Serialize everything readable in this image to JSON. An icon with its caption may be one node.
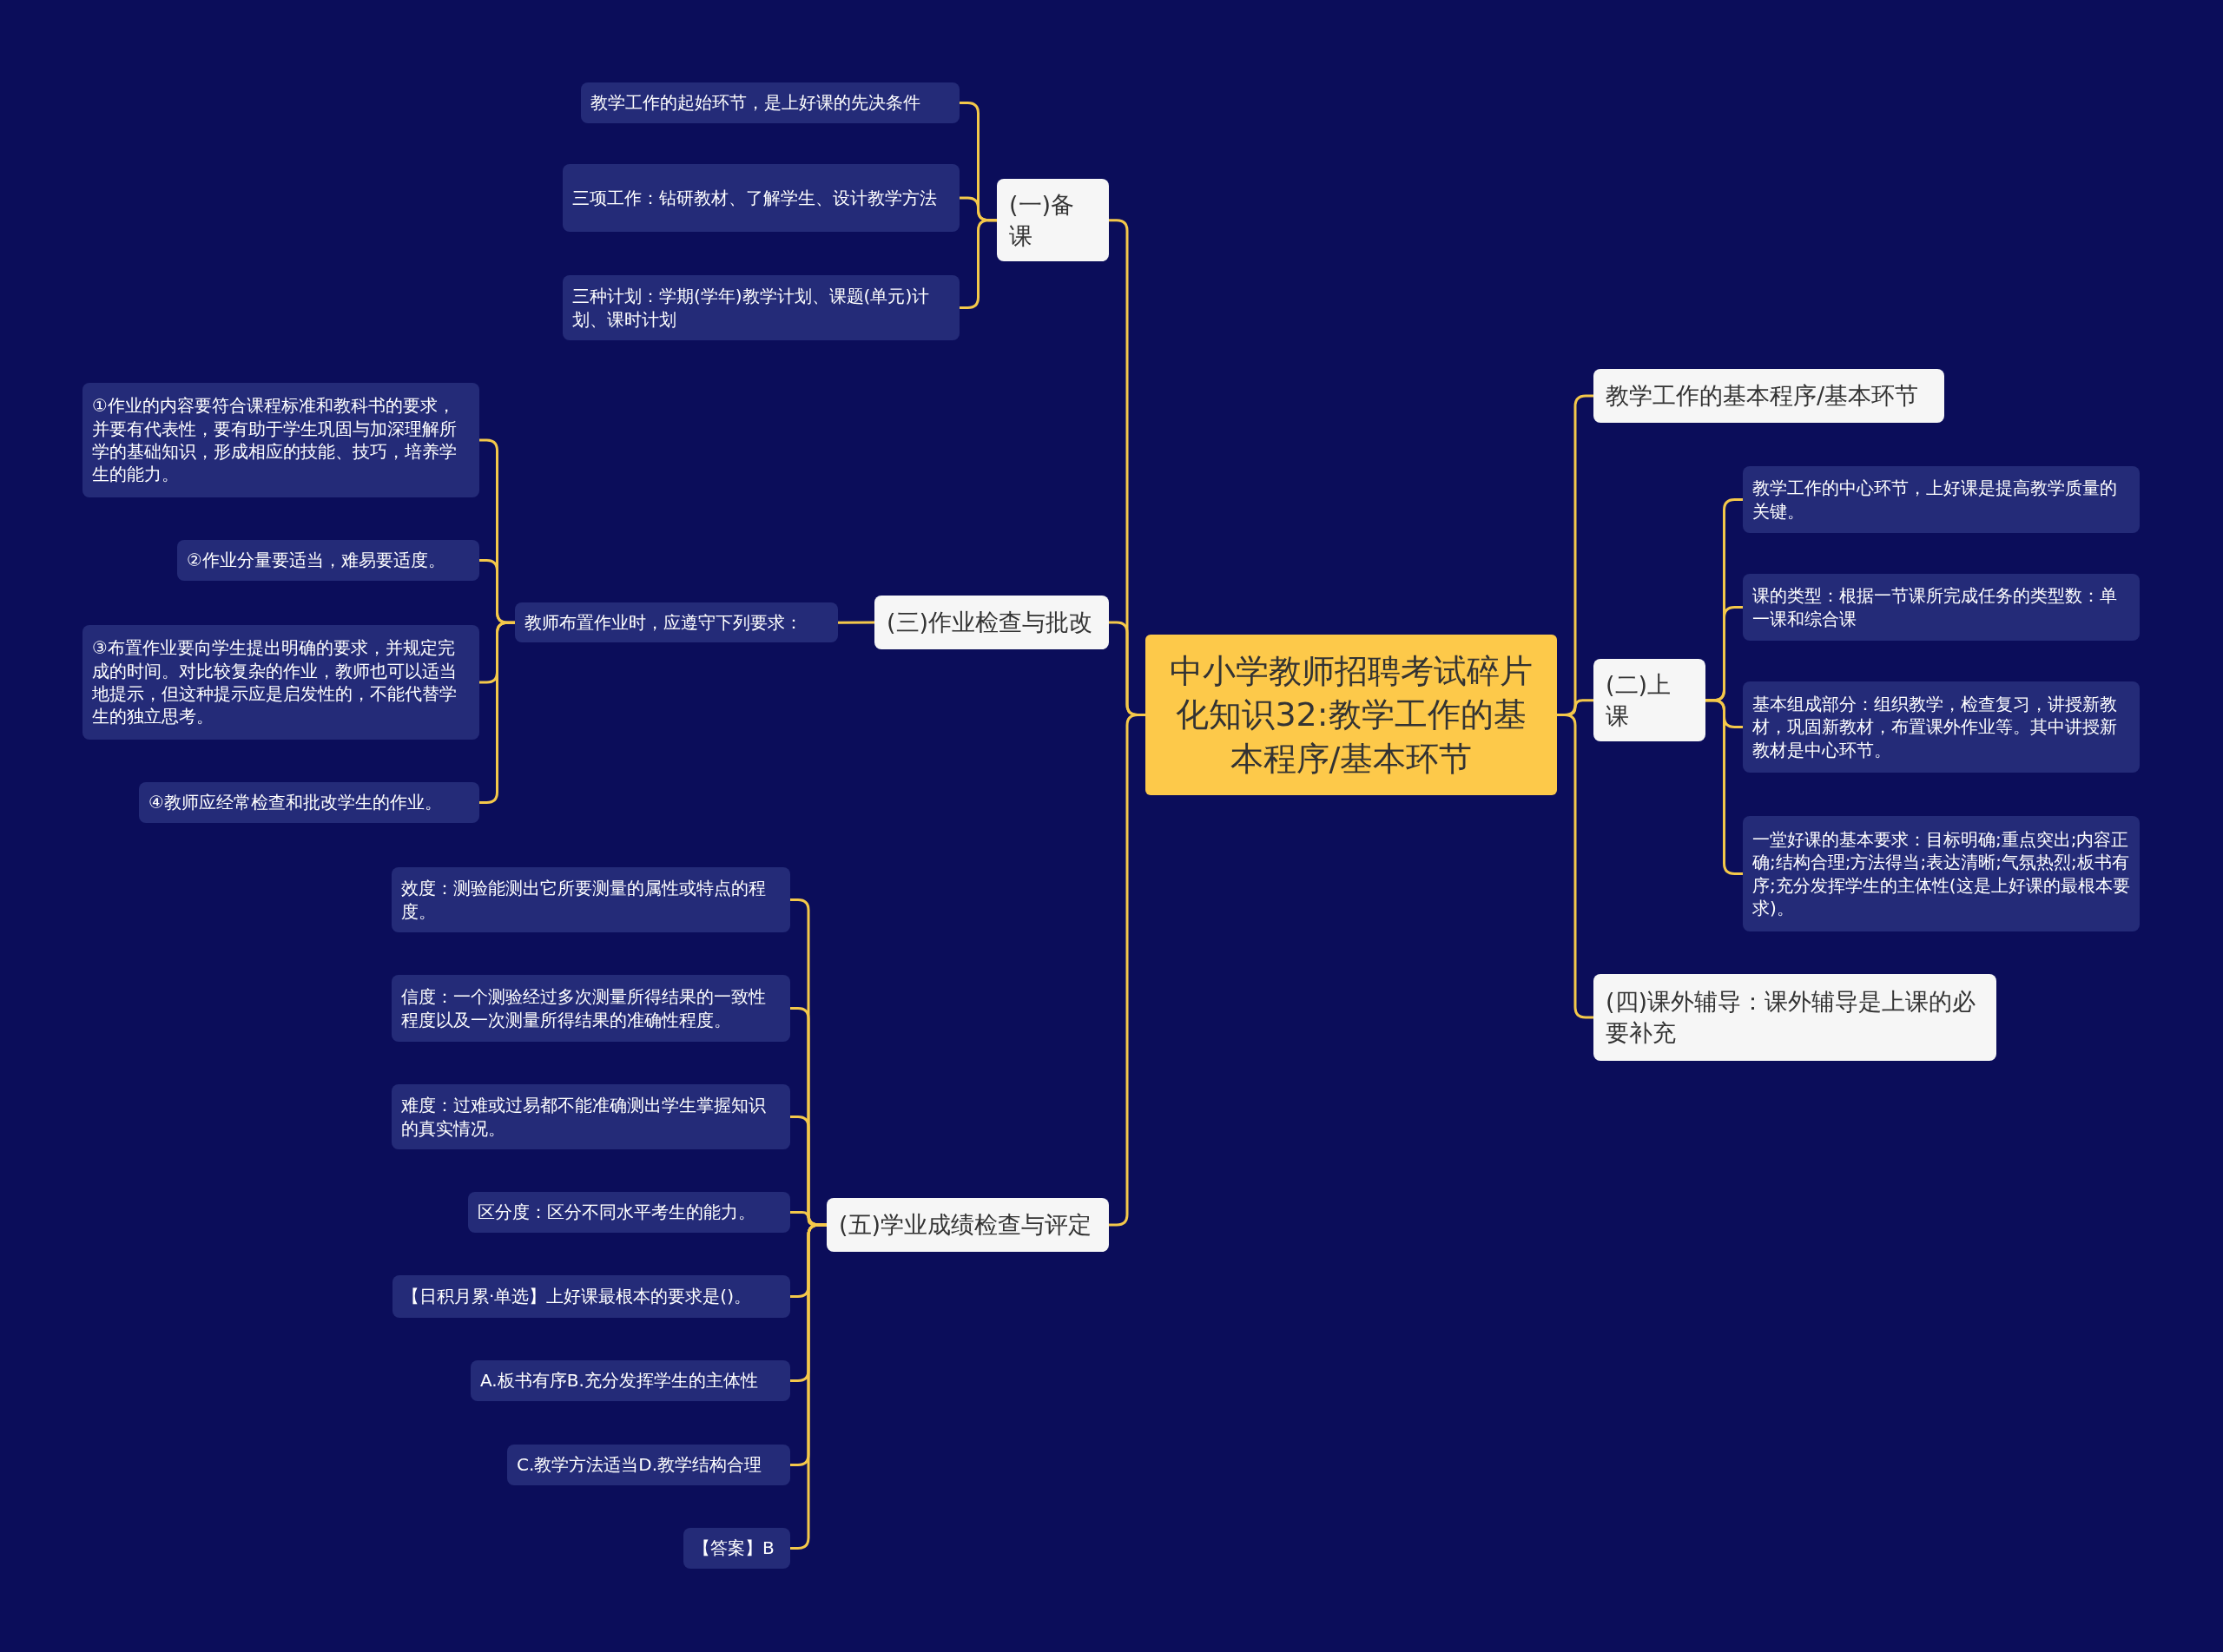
{
  "diagram": {
    "nodes": [
      {
        "text": [
          "中小学教师招聘考试碎片化知识32:教学工作的基本程序/基本环节"
        ]
      },
      {
        "text": [
          "(一)备课"
        ]
      },
      {
        "text": [
          "教学工作的起始环节，是上好课的先决条件"
        ]
      },
      {
        "text": [
          "三项工作：钻研教材、了解学生、设计教学方法"
        ]
      },
      {
        "text": [
          "三种计划：学期(学年)教学计划、课题(单元)计划、课时计划"
        ]
      },
      {
        "text": [
          "(三)作业检查与批改"
        ]
      },
      {
        "text": [
          "教师布置作业时，应遵守下列要求："
        ]
      },
      {
        "text": [
          "①作业的内容要符合课程标准和教科书的要求，并要有代表性，要有助于学生巩固与加深理解所学的基础知识，形成相应的技能、技巧，培养学生的能力。"
        ]
      },
      {
        "text": [
          "②作业分量要适当，难易要适度。"
        ]
      },
      {
        "text": [
          "③布置作业要向学生提出明确的要求，并规定完成的时间。对比较复杂的作业，教师也可以适当地提示，但这种提示应是启发性的，不能代替学生的独立思考。"
        ]
      },
      {
        "text": [
          "④教师应经常检查和批改学生的作业。"
        ]
      },
      {
        "text": [
          "(五)学业成绩检查与评定"
        ]
      },
      {
        "text": [
          "效度：测验能测出它所要测量的属性或特点的程度。"
        ]
      },
      {
        "text": [
          "信度：一个测验经过多次测量所得结果的一致性程度以及一次测量所得结果的准确性程度。"
        ]
      },
      {
        "text": [
          "难度：过难或过易都不能准确测出学生掌握知识的真实情况。"
        ]
      },
      {
        "text": [
          "区分度：区分不同水平考生的能力。"
        ]
      },
      {
        "text": [
          "【日积月累·单选】上好课最根本的要求是()。"
        ]
      },
      {
        "text": [
          "A.板书有序B.充分发挥学生的主体性"
        ]
      },
      {
        "text": [
          "C.教学方法适当D.教学结构合理"
        ]
      },
      {
        "text": [
          "【答案】B"
        ]
      },
      {
        "text": [
          "教学工作的基本程序/基本环节"
        ]
      },
      {
        "text": [
          "(二)上课"
        ]
      },
      {
        "text": [
          "教学工作的中心环节，上好课是提高教学质量的关键。"
        ]
      },
      {
        "text": [
          "课的类型：根据一节课所完成任务的类型数：单一课和综合课"
        ]
      },
      {
        "text": [
          "基本组成部分：组织教学，检查复习，讲授新教材，巩固新教材，布置课外作业等。其中讲授新教材是中心环节。"
        ]
      },
      {
        "text": [
          "一堂好课的基本要求：目标明确;重点突出;内容正确;结构合理;方法得当;表达清晰;气氛热烈;板书有序;充分发挥学生的主体性(这是上好课的最根本要求)。"
        ]
      },
      {
        "text": [
          "(四)课外辅导：课外辅导是上课的必要补充"
        ]
      }
    ],
    "edges": [
      {
        "from": 0,
        "to": 1,
        "arrow": "none"
      },
      {
        "from": 1,
        "to": 2,
        "arrow": "none"
      },
      {
        "from": 1,
        "to": 3,
        "arrow": "none"
      },
      {
        "from": 1,
        "to": 4,
        "arrow": "none"
      },
      {
        "from": 0,
        "to": 5,
        "arrow": "none"
      },
      {
        "from": 5,
        "to": 6,
        "arrow": "none"
      },
      {
        "from": 6,
        "to": 7,
        "arrow": "none"
      },
      {
        "from": 6,
        "to": 8,
        "arrow": "none"
      },
      {
        "from": 6,
        "to": 9,
        "arrow": "none"
      },
      {
        "from": 6,
        "to": 10,
        "arrow": "none"
      },
      {
        "from": 0,
        "to": 11,
        "arrow": "none"
      },
      {
        "from": 11,
        "to": 12,
        "arrow": "none"
      },
      {
        "from": 11,
        "to": 13,
        "arrow": "none"
      },
      {
        "from": 11,
        "to": 14,
        "arrow": "none"
      },
      {
        "from": 11,
        "to": 15,
        "arrow": "none"
      },
      {
        "from": 11,
        "to": 16,
        "arrow": "none"
      },
      {
        "from": 11,
        "to": 17,
        "arrow": "none"
      },
      {
        "from": 11,
        "to": 18,
        "arrow": "none"
      },
      {
        "from": 11,
        "to": 19,
        "arrow": "none"
      },
      {
        "from": 0,
        "to": 20,
        "arrow": "none"
      },
      {
        "from": 0,
        "to": 21,
        "arrow": "none"
      },
      {
        "from": 21,
        "to": 22,
        "arrow": "none"
      },
      {
        "from": 21,
        "to": 23,
        "arrow": "none"
      },
      {
        "from": 21,
        "to": 24,
        "arrow": "none"
      },
      {
        "from": 21,
        "to": 25,
        "arrow": "none"
      },
      {
        "from": 0,
        "to": 26,
        "arrow": "none"
      }
    ]
  }
}
